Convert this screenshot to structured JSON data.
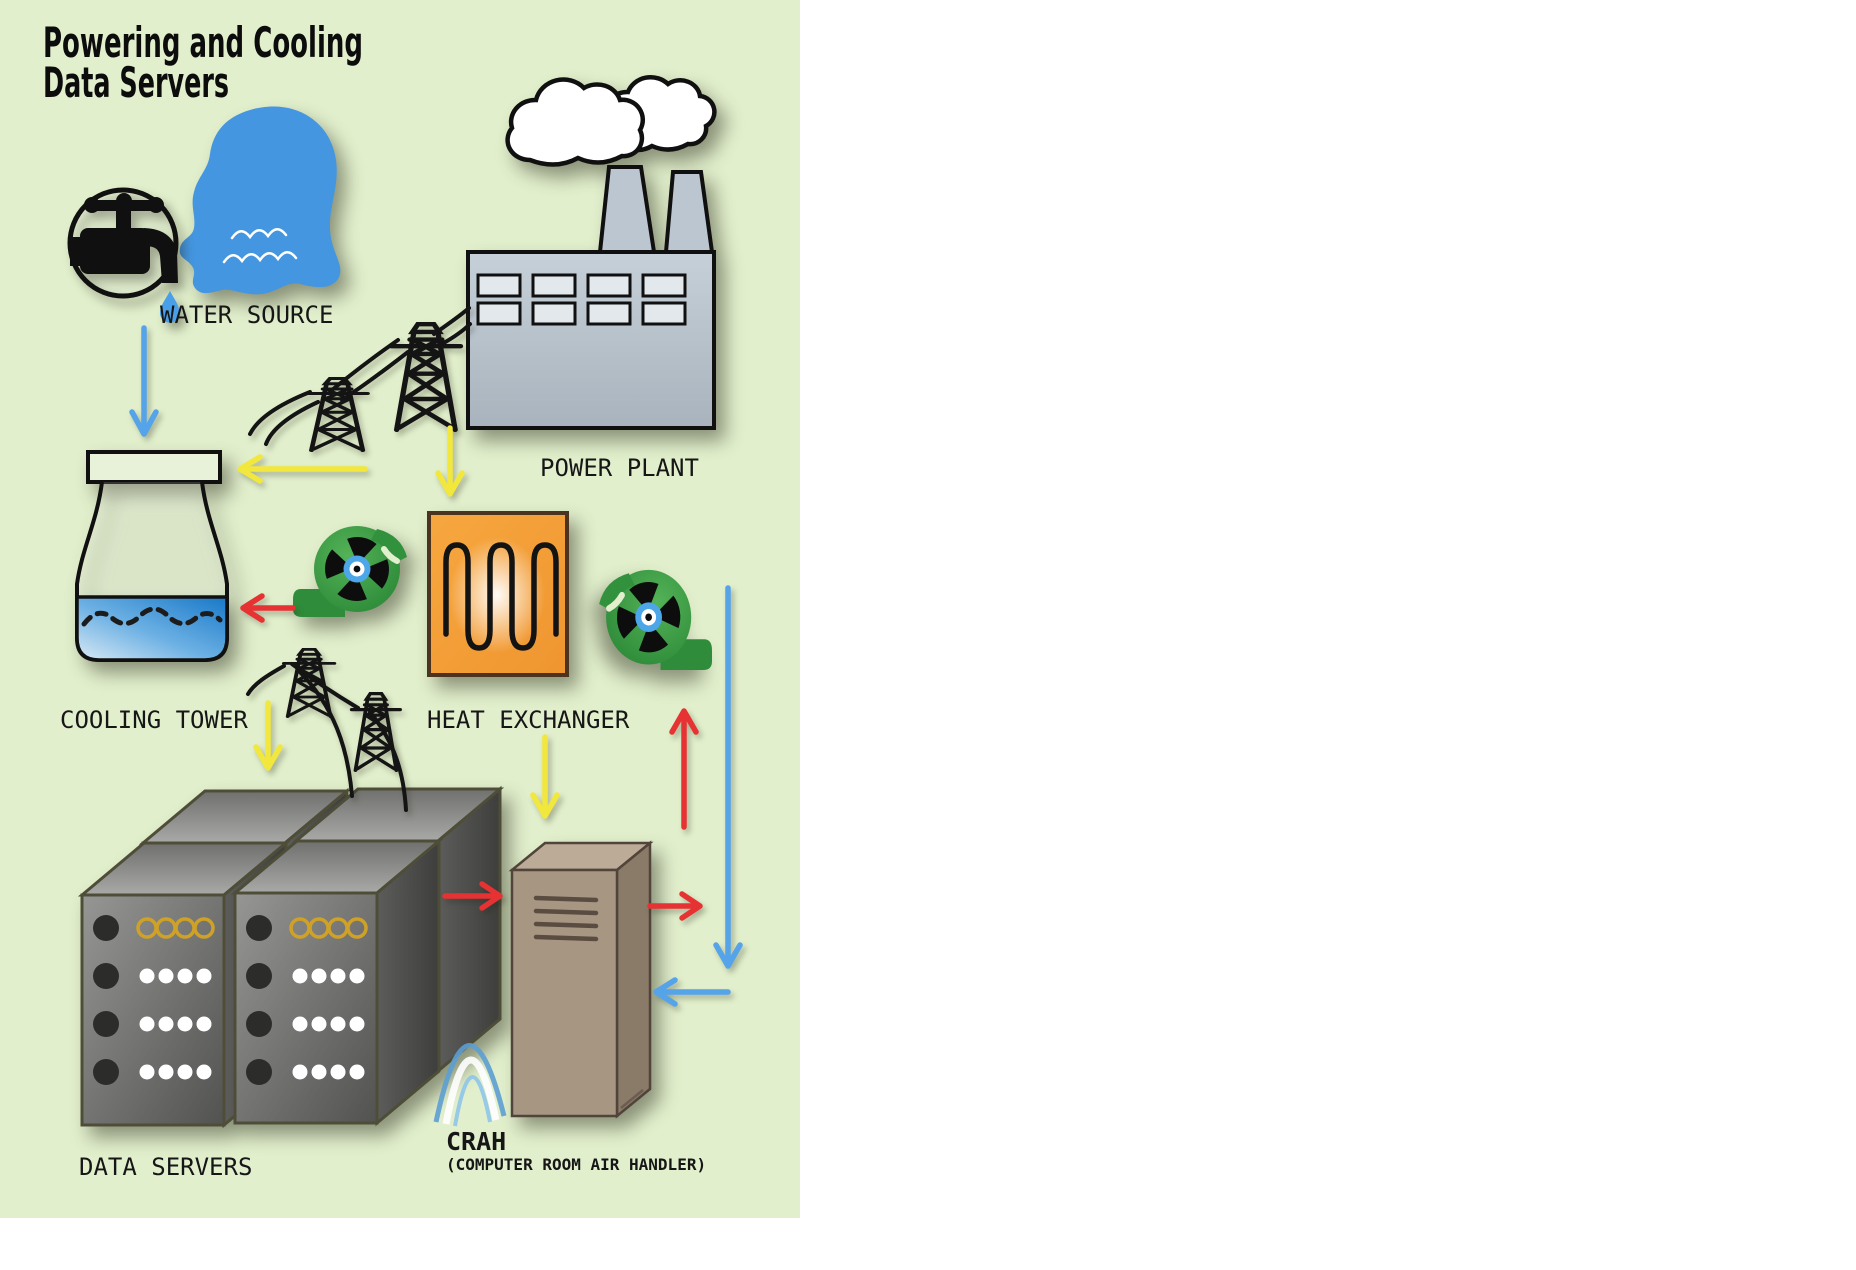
{
  "title": {
    "line1": "Powering and Cooling",
    "line2": "Data Servers"
  },
  "nodes": {
    "water_source": {
      "label": "WATER SOURCE",
      "icon": "faucet-icon"
    },
    "power_plant": {
      "label": "POWER PLANT",
      "icon": "factory-icon"
    },
    "cooling_tower": {
      "label": "COOLING TOWER",
      "icon": "cooling-tower-icon"
    },
    "heat_exchanger": {
      "label": "HEAT EXCHANGER",
      "icon": "coil-icon"
    },
    "data_servers": {
      "label": "DATA SERVERS",
      "icon": "server-racks-icon"
    },
    "crah": {
      "label": "CRAH",
      "sublabel": "(COMPUTER ROOM AIR HANDLER)",
      "icon": "air-handler-icon"
    }
  },
  "flows": [
    {
      "from": "water-source",
      "to": "cooling-tower",
      "color": "blue"
    },
    {
      "from": "power-plant",
      "to": "cooling-tower",
      "color": "yellow"
    },
    {
      "from": "power-plant",
      "to": "heat-exchanger",
      "color": "yellow"
    },
    {
      "from": "power-plant",
      "to": "data-servers",
      "color": "yellow"
    },
    {
      "from": "power-plant",
      "to": "crah",
      "color": "yellow"
    },
    {
      "from": "pump",
      "to": "cooling-tower",
      "color": "red"
    },
    {
      "from": "data-servers",
      "to": "crah",
      "color": "red"
    },
    {
      "from": "crah",
      "to": "heat-exchanger",
      "color": "red"
    },
    {
      "from": "heat-exchanger",
      "to": "crah",
      "color": "blue"
    }
  ],
  "colors": {
    "background": "#e1efcc",
    "water_blue": "#4496e0",
    "arrow_blue": "#55a3e8",
    "arrow_yellow": "#f2e73c",
    "arrow_red": "#e63232",
    "pump_green": "#3d9c44",
    "heat_exchanger_orange": "#f49d38",
    "crah_brown": "#a69682",
    "server_gray": "#7d7d7b",
    "plant_gray": "#b6c0ca"
  }
}
